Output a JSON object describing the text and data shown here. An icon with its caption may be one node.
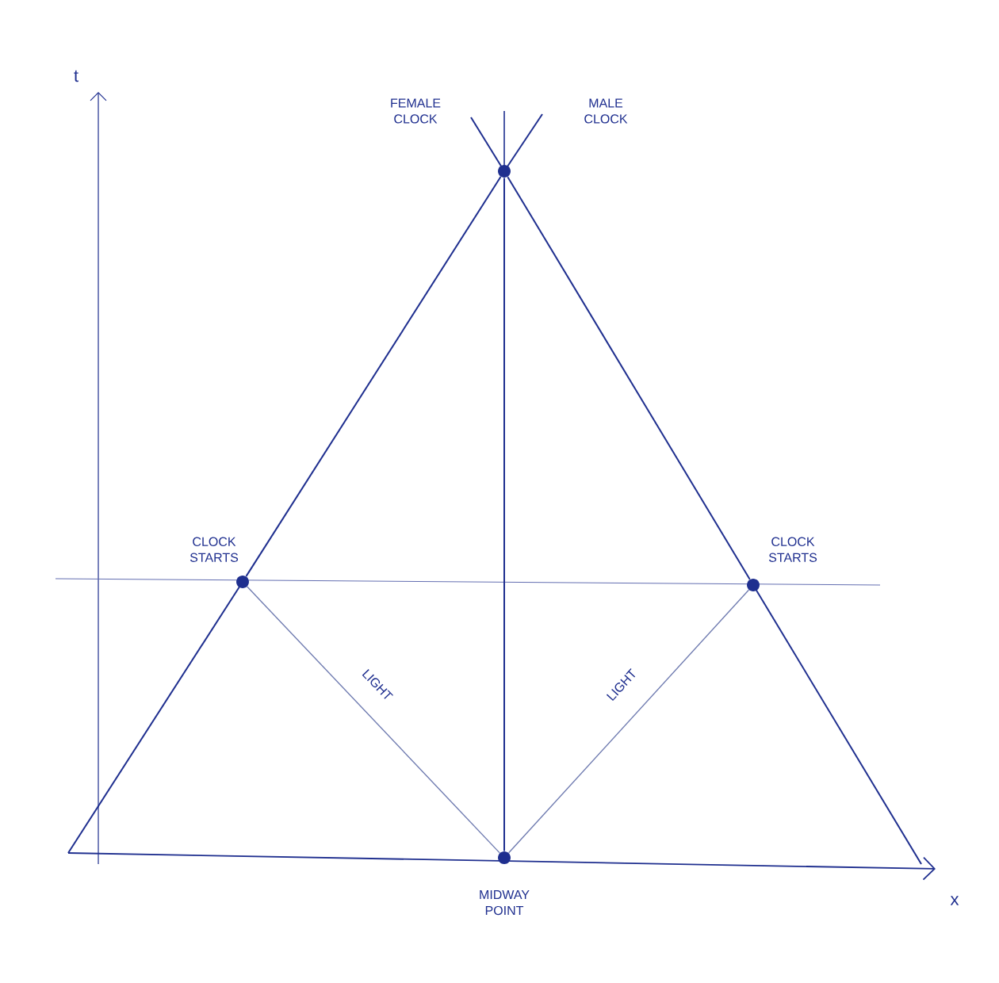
{
  "diagram": {
    "nodes": [
      {
        "text": [],
        "shape": "circle"
      },
      {
        "text": [],
        "shape": "circle",
        "beside": [
          "CLOCK STARTS"
        ]
      },
      {
        "text": [],
        "shape": "circle",
        "beside": [
          "CLOCK STARTS"
        ]
      },
      {
        "text": [],
        "shape": "circle",
        "beside": [
          "MIDWAY POINT"
        ]
      }
    ],
    "edges": [
      {
        "from": 1,
        "to": 0,
        "arrow": "none"
      },
      {
        "from": 2,
        "to": 0,
        "arrow": "none"
      },
      {
        "from": 3,
        "to": 0,
        "arrow": "none"
      },
      {
        "from": 3,
        "to": 1,
        "arrow": "none",
        "label": "LIGHT",
        "color": "#6f7bb0"
      },
      {
        "from": 3,
        "to": 2,
        "arrow": "none",
        "label": "LIGHT",
        "color": "#6f7bb0"
      }
    ],
    "labels": [
      "t",
      "FEMALE CLOCK",
      "MALE CLOCK",
      "x"
    ]
  }
}
